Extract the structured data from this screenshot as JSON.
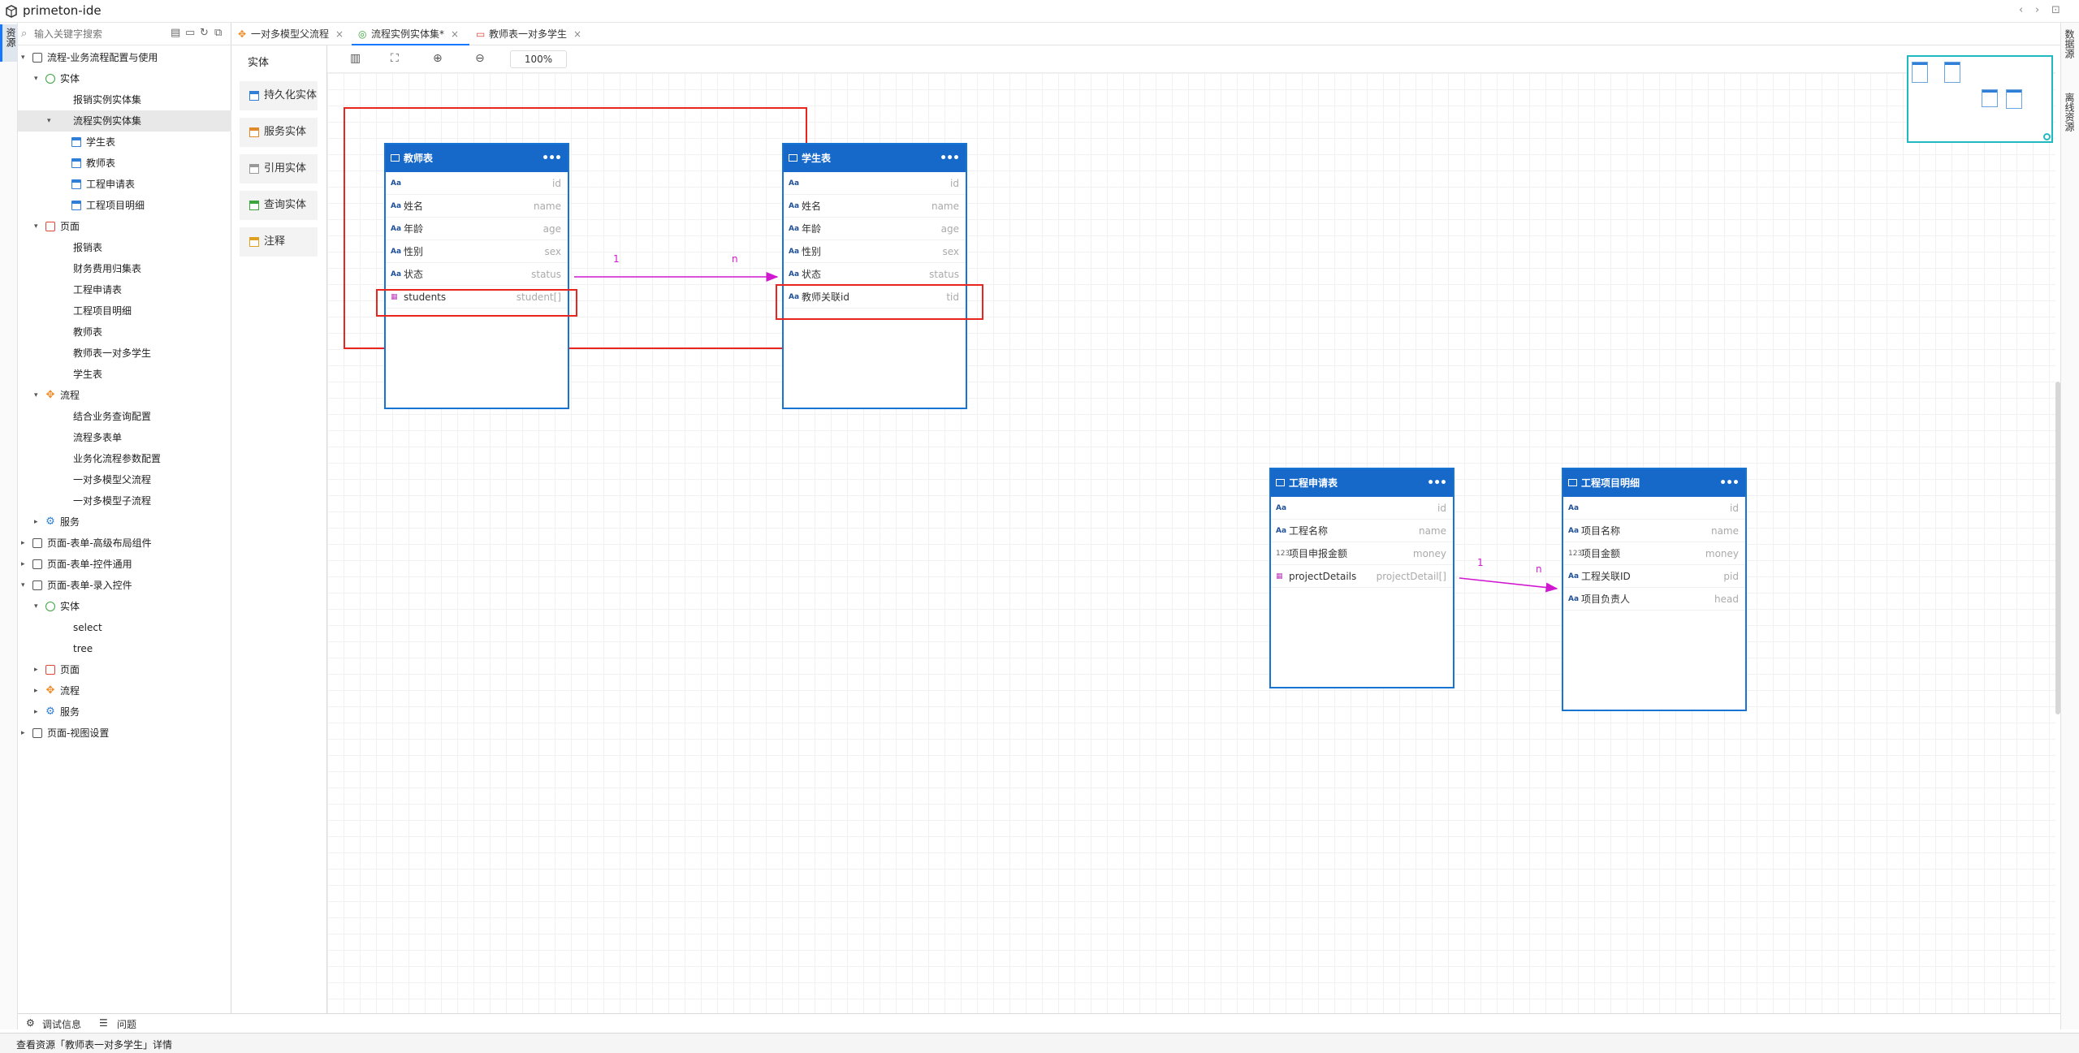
{
  "app": {
    "title": "primeton-ide"
  },
  "left_strip": {
    "label": "资源"
  },
  "sidebar": {
    "search_placeholder": "输入关键字搜索",
    "tree": [
      {
        "label": "流程-业务流程配置与使用",
        "level": 0,
        "icon": "package-icon",
        "arrow": "down"
      },
      {
        "label": "实体",
        "level": 1,
        "icon": "entity-icon",
        "arrow": "down"
      },
      {
        "label": "报销实例实体集",
        "level": 2,
        "icon": "green-dot-icon"
      },
      {
        "label": "流程实例实体集",
        "level": 2,
        "icon": "green-dot-icon",
        "arrow": "down",
        "selected": true
      },
      {
        "label": "学生表",
        "level": 3,
        "icon": "table-icon"
      },
      {
        "label": "教师表",
        "level": 3,
        "icon": "table-icon"
      },
      {
        "label": "工程申请表",
        "level": 3,
        "icon": "table-icon"
      },
      {
        "label": "工程项目明细",
        "level": 3,
        "icon": "table-icon"
      },
      {
        "label": "页面",
        "level": 1,
        "icon": "page-icon",
        "arrow": "down"
      },
      {
        "label": "报销表",
        "level": 2,
        "icon": "red-dot-icon"
      },
      {
        "label": "财务费用归集表",
        "level": 2,
        "icon": "red-dot-icon"
      },
      {
        "label": "工程申请表",
        "level": 2,
        "icon": "red-dot-icon"
      },
      {
        "label": "工程项目明细",
        "level": 2,
        "icon": "red-dot-icon"
      },
      {
        "label": "教师表",
        "level": 2,
        "icon": "red-dot-icon"
      },
      {
        "label": "教师表一对多学生",
        "level": 2,
        "icon": "red-dot-icon"
      },
      {
        "label": "学生表",
        "level": 2,
        "icon": "red-dot-icon"
      },
      {
        "label": "流程",
        "level": 1,
        "icon": "flow-icon",
        "arrow": "down"
      },
      {
        "label": "结合业务查询配置",
        "level": 2,
        "icon": "orange-dot-icon"
      },
      {
        "label": "流程多表单",
        "level": 2,
        "icon": "orange-dot-icon"
      },
      {
        "label": "业务化流程参数配置",
        "level": 2,
        "icon": "orange-dot-icon"
      },
      {
        "label": "一对多模型父流程",
        "level": 2,
        "icon": "orange-dot-icon"
      },
      {
        "label": "一对多模型子流程",
        "level": 2,
        "icon": "orange-dot-icon"
      },
      {
        "label": "服务",
        "level": 1,
        "icon": "service-icon",
        "arrow": "right"
      },
      {
        "label": "页面-表单-高级布局组件",
        "level": 0,
        "icon": "package-icon",
        "arrow": "right"
      },
      {
        "label": "页面-表单-控件通用",
        "level": 0,
        "icon": "package-icon",
        "arrow": "right"
      },
      {
        "label": "页面-表单-录入控件",
        "level": 0,
        "icon": "package-icon",
        "arrow": "down"
      },
      {
        "label": "实体",
        "level": 1,
        "icon": "entity-icon",
        "arrow": "down"
      },
      {
        "label": "select",
        "level": 2,
        "icon": "green-dot-icon"
      },
      {
        "label": "tree",
        "level": 2,
        "icon": "green-dot-icon"
      },
      {
        "label": "页面",
        "level": 1,
        "icon": "page-icon",
        "arrow": "right"
      },
      {
        "label": "流程",
        "level": 1,
        "icon": "flow-icon",
        "arrow": "right"
      },
      {
        "label": "服务",
        "level": 1,
        "icon": "service-icon",
        "arrow": "right"
      },
      {
        "label": "页面-视图设置",
        "level": 0,
        "icon": "package-icon",
        "arrow": "right"
      }
    ]
  },
  "tabs": [
    {
      "label": "一对多模型父流程",
      "icon": "flow-icon",
      "close": "×"
    },
    {
      "label": "流程实例实体集*",
      "icon": "entity-icon",
      "close": "×",
      "active": true
    },
    {
      "label": "教师表一对多学生",
      "icon": "page-icon",
      "close": "×"
    }
  ],
  "palette": {
    "header": "实体",
    "items": [
      {
        "label": "持久化实体",
        "icon": "persistent-entity-icon"
      },
      {
        "label": "服务实体",
        "icon": "service-entity-icon"
      },
      {
        "label": "引用实体",
        "icon": "reference-entity-icon"
      },
      {
        "label": "查询实体",
        "icon": "query-entity-icon"
      },
      {
        "label": "注释",
        "icon": "note-icon"
      }
    ]
  },
  "toolbar": {
    "zoom": "100%"
  },
  "entities": {
    "teacher": {
      "title": "教师表",
      "fields": [
        {
          "type": "Aa",
          "name": "",
          "code": "id"
        },
        {
          "type": "Aa",
          "name": "姓名",
          "code": "name"
        },
        {
          "type": "Aa",
          "name": "年龄",
          "code": "age"
        },
        {
          "type": "Aa",
          "name": "性别",
          "code": "sex"
        },
        {
          "type": "Aa",
          "name": "状态",
          "code": "status"
        },
        {
          "type": "▦",
          "name": "students",
          "code": "student[]"
        }
      ]
    },
    "student": {
      "title": "学生表",
      "fields": [
        {
          "type": "Aa",
          "name": "",
          "code": "id"
        },
        {
          "type": "Aa",
          "name": "姓名",
          "code": "name"
        },
        {
          "type": "Aa",
          "name": "年龄",
          "code": "age"
        },
        {
          "type": "Aa",
          "name": "性别",
          "code": "sex"
        },
        {
          "type": "Aa",
          "name": "状态",
          "code": "status"
        },
        {
          "type": "Aa",
          "name": "教师关联id",
          "code": "tid"
        }
      ]
    },
    "project_apply": {
      "title": "工程申请表",
      "fields": [
        {
          "type": "Aa",
          "name": "",
          "code": "id"
        },
        {
          "type": "Aa",
          "name": "工程名称",
          "code": "name"
        },
        {
          "type": "123",
          "name": "项目申报金额",
          "code": "money"
        },
        {
          "type": "▦",
          "name": "projectDetails",
          "code": "projectDetail[]"
        }
      ]
    },
    "project_detail": {
      "title": "工程项目明细",
      "fields": [
        {
          "type": "Aa",
          "name": "",
          "code": "id"
        },
        {
          "type": "Aa",
          "name": "项目名称",
          "code": "name"
        },
        {
          "type": "123",
          "name": "项目金额",
          "code": "money"
        },
        {
          "type": "Aa",
          "name": "工程关联ID",
          "code": "pid"
        },
        {
          "type": "Aa",
          "name": "项目负责人",
          "code": "head"
        }
      ]
    }
  },
  "relations": [
    {
      "from_label": "1",
      "to_label": "n"
    },
    {
      "from_label": "1",
      "to_label": "n"
    }
  ],
  "right_strip": {
    "tab1": "数据源",
    "tab2": "离线资源"
  },
  "bottom_panel": {
    "debug": "调试信息",
    "problems": "问题"
  },
  "status": {
    "text": "查看资源「教师表一对多学生」详情"
  },
  "colors": {
    "accent": "#1677ff",
    "entity_header": "#1668c9",
    "highlight": "#e8251f",
    "relation": "#d018d0"
  }
}
